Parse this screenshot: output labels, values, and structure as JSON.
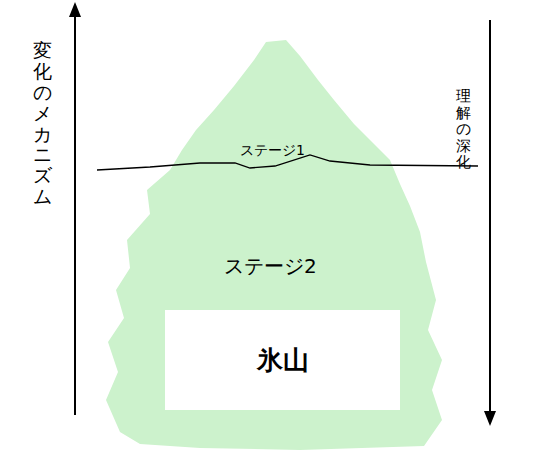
{
  "diagram": {
    "nodes": [
      {
        "text": [
          "氷山"
        ]
      }
    ],
    "labels": [
      "ステージ1",
      "ステージ2",
      "変化のメカニズム",
      "理解の深化"
    ]
  }
}
